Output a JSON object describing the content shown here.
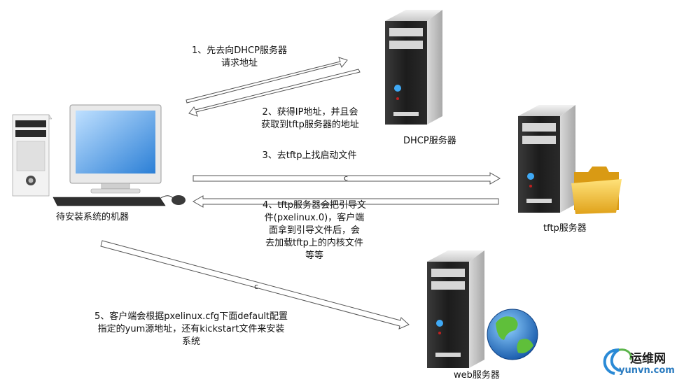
{
  "nodes": {
    "client": "待安装系统的机器",
    "dhcp": "DHCP服务器",
    "tftp": "tftp服务器",
    "web": "web服务器"
  },
  "steps": [
    {
      "lines": [
        "1、先去向DHCP服务器",
        "请求地址"
      ]
    },
    {
      "lines": [
        "2、获得IP地址，并且会",
        "获取到tftp服务器的地址"
      ]
    },
    {
      "lines": [
        "3、去tftp上找启动文件"
      ]
    },
    {
      "lines": [
        "4、tftp服务器会把引导文",
        "件(pxelinux.0)，客户端",
        "面拿到引导文件后，会",
        "去加载tftp上的内核文件",
        "等等"
      ]
    },
    {
      "lines": [
        "5、客户端会根据pxelinux.cfg下面default配置",
        "指定的yum源地址，还有kickstart文件来安装",
        "系统"
      ]
    }
  ],
  "arrow_marks": [
    "c",
    "c"
  ],
  "watermark": {
    "cn": "运维网",
    "en": "yunvn.com"
  },
  "colors": {
    "arrow_fill": "#ffffff",
    "arrow_stroke": "#555555",
    "server_dark": "#2e2e2e",
    "monitor_blue": "#3c8ee0",
    "led_blue": "#3fa9f5",
    "folder": "#f2c23b",
    "globe": "#2f7fd6"
  }
}
